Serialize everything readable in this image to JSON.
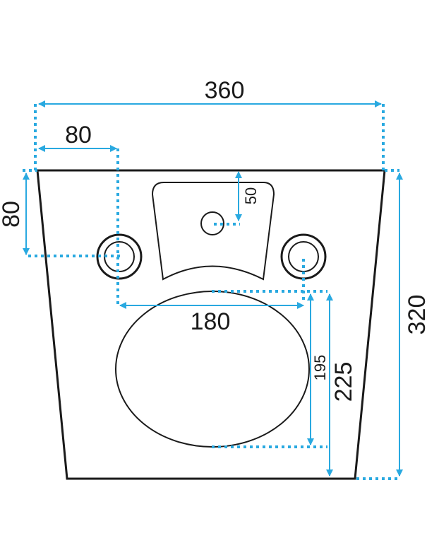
{
  "title": "Wall-hung toilet dimension drawing",
  "colors": {
    "dimension": "#29a9e0",
    "outline": "#1a1a1a"
  },
  "dimensions": {
    "total_width": "360",
    "hole_offset_x": "80",
    "hole_offset_y": "80",
    "inlet_offset": "50",
    "hole_spacing": "180",
    "bowl_length": "195",
    "bowl_to_front": "225",
    "total_depth": "320"
  }
}
